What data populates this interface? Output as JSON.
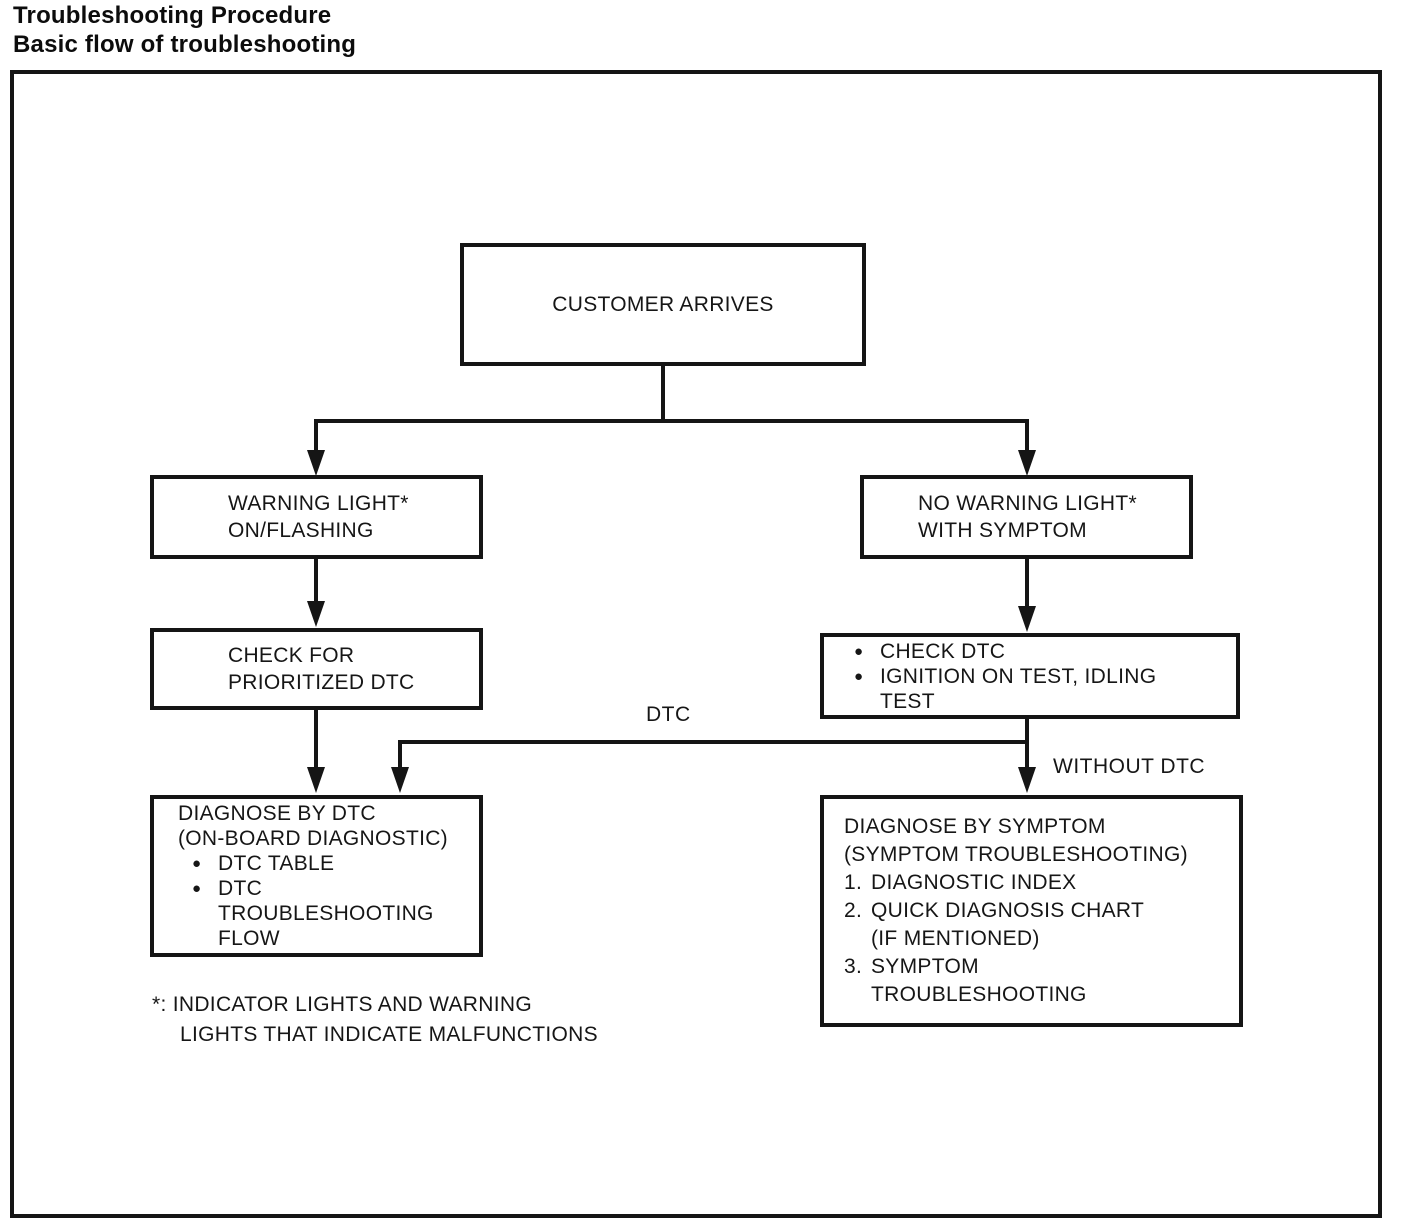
{
  "title": {
    "line1": "Troubleshooting Procedure",
    "line2": "Basic flow of troubleshooting"
  },
  "icons": {
    "bullet": "●"
  },
  "labels": {
    "dtc": "DTC",
    "without_dtc": "WITHOUT DTC"
  },
  "flowchart": {
    "customer_arrives": {
      "label": "CUSTOMER ARRIVES"
    },
    "warning_light": {
      "lines": [
        "WARNING LIGHT*",
        "ON/FLASHING"
      ]
    },
    "no_warning_light": {
      "lines": [
        "NO WARNING LIGHT*",
        "WITH SYMPTOM"
      ]
    },
    "check_prioritized_dtc": {
      "lines": [
        "CHECK FOR",
        "PRIORITIZED DTC"
      ]
    },
    "check_dtc": {
      "items": [
        {
          "lines": [
            "CHECK DTC"
          ]
        },
        {
          "lines": [
            "IGNITION ON TEST, IDLING",
            "TEST"
          ]
        }
      ]
    },
    "diagnose_by_dtc": {
      "heading": [
        "DIAGNOSE BY DTC",
        "(ON-BOARD DIAGNOSTIC)"
      ],
      "items": [
        {
          "lines": [
            "DTC TABLE"
          ]
        },
        {
          "lines": [
            "DTC",
            "TROUBLESHOOTING",
            "FLOW"
          ]
        }
      ]
    },
    "diagnose_by_symptom": {
      "heading": [
        "DIAGNOSE BY SYMPTOM",
        "(SYMPTOM TROUBLESHOOTING)"
      ],
      "items": [
        {
          "num": "1.",
          "lines": [
            "DIAGNOSTIC INDEX"
          ]
        },
        {
          "num": "2.",
          "lines": [
            "QUICK DIAGNOSIS CHART",
            "(IF MENTIONED)"
          ]
        },
        {
          "num": "3.",
          "lines": [
            "SYMPTOM",
            "TROUBLESHOOTING"
          ]
        }
      ]
    }
  },
  "footnote": {
    "lines": [
      "*: INDICATOR LIGHTS AND WARNING",
      "LIGHTS THAT INDICATE MALFUNCTIONS"
    ]
  },
  "colors": {
    "ink": "#151515",
    "paper": "#ffffff"
  }
}
